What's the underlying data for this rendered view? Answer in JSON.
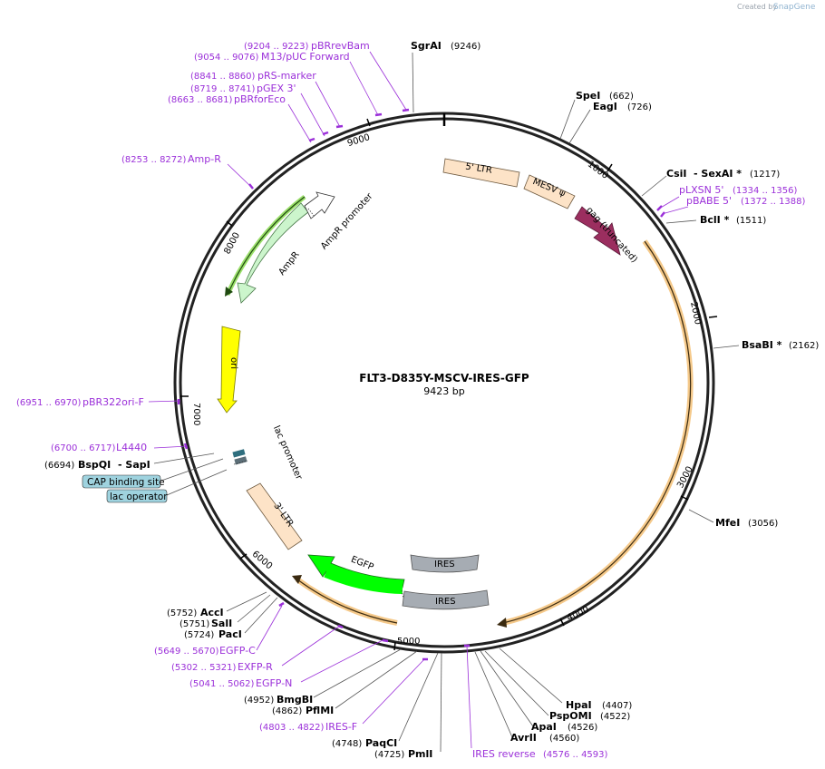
{
  "title": "FLT3-D835Y-MSCV-IRES-GFP",
  "length": "9423 bp",
  "branding": {
    "created_by": "Created by",
    "brand": "SnapGene"
  },
  "ticks": [
    "1000",
    "2000",
    "3000",
    "4000",
    "5000",
    "6000",
    "7000",
    "8000",
    "9000"
  ],
  "enzymes": [
    {
      "name": "SgrAI",
      "pos": "(9246)"
    },
    {
      "name": "SpeI",
      "pos": "(662)"
    },
    {
      "name": "EagI",
      "pos": "(726)"
    },
    {
      "name": "CsiI",
      "pos": ""
    },
    {
      "name": "- SexAI *",
      "pos": "(1217)"
    },
    {
      "name": "BclI *",
      "pos": "(1511)"
    },
    {
      "name": "BsaBI *",
      "pos": "(2162)"
    },
    {
      "name": "MfeI",
      "pos": "(3056)"
    },
    {
      "name": "HpaI",
      "pos": "(4407)"
    },
    {
      "name": "PspOMI",
      "pos": "(4522)"
    },
    {
      "name": "ApaI",
      "pos": "(4526)"
    },
    {
      "name": "AvrII",
      "pos": "(4560)"
    },
    {
      "name": "PmlI",
      "pos": "(4725)"
    },
    {
      "name": "PaqCI",
      "pos": "(4748)"
    },
    {
      "name": "PflMI",
      "pos": "(4862)"
    },
    {
      "name": "BmgBI",
      "pos": "(4952)"
    },
    {
      "name": "PacI",
      "pos": "(5724)"
    },
    {
      "name": "SalI",
      "pos": "(5751)"
    },
    {
      "name": "AccI",
      "pos": "(5752)"
    },
    {
      "name": "BspQI",
      "pos": "(6694)"
    },
    {
      "name": "- SapI",
      "pos": ""
    }
  ],
  "primers": [
    {
      "name": "pBRrevBam",
      "pos": "(9204 .. 9223)"
    },
    {
      "name": "M13/pUC Forward",
      "pos": "(9054 .. 9076)"
    },
    {
      "name": "pRS-marker",
      "pos": "(8841 .. 8860)"
    },
    {
      "name": "pGEX 3'",
      "pos": "(8719 .. 8741)"
    },
    {
      "name": "pBRforEco",
      "pos": "(8663 .. 8681)"
    },
    {
      "name": "Amp-R",
      "pos": "(8253 .. 8272)"
    },
    {
      "name": "pLXSN 5'",
      "pos": "(1334 .. 1356)"
    },
    {
      "name": "pBABE 5'",
      "pos": "(1372 .. 1388)"
    },
    {
      "name": "pBR322ori-F",
      "pos": "(6951 .. 6970)"
    },
    {
      "name": "L4440",
      "pos": "(6700 .. 6717)"
    },
    {
      "name": "EGFP-C",
      "pos": "(5649 .. 5670)"
    },
    {
      "name": "EXFP-R",
      "pos": "(5302 .. 5321)"
    },
    {
      "name": "EGFP-N",
      "pos": "(5041 .. 5062)"
    },
    {
      "name": "IRES-F",
      "pos": "(4803 .. 4822)"
    },
    {
      "name": "IRES reverse",
      "pos": "(4576 .. 4593)"
    }
  ],
  "features": {
    "ltr5": "5' LTR",
    "mesv": "MESV ψ",
    "gag": "gag (truncated)",
    "ampr": "AmpR",
    "ampr_promoter": "AmpR promoter",
    "ori": "ori",
    "lac_promoter": "lac promoter",
    "ltr3": "3' LTR",
    "egfp": "EGFP",
    "ires": "IRES",
    "ires2": "IRES",
    "cap": "CAP binding site",
    "lac_operator": "lac operator"
  },
  "colors": {
    "primer": "#9b30d9",
    "ltr": "#fde3c7",
    "gag": "#9b2e5f",
    "ampr": "#ccf5cc",
    "ori": "#ffff00",
    "egfp": "#00ff00",
    "ires": "#a6acb3",
    "orf": "#f5c98a",
    "boxed": "#9fd3df"
  }
}
